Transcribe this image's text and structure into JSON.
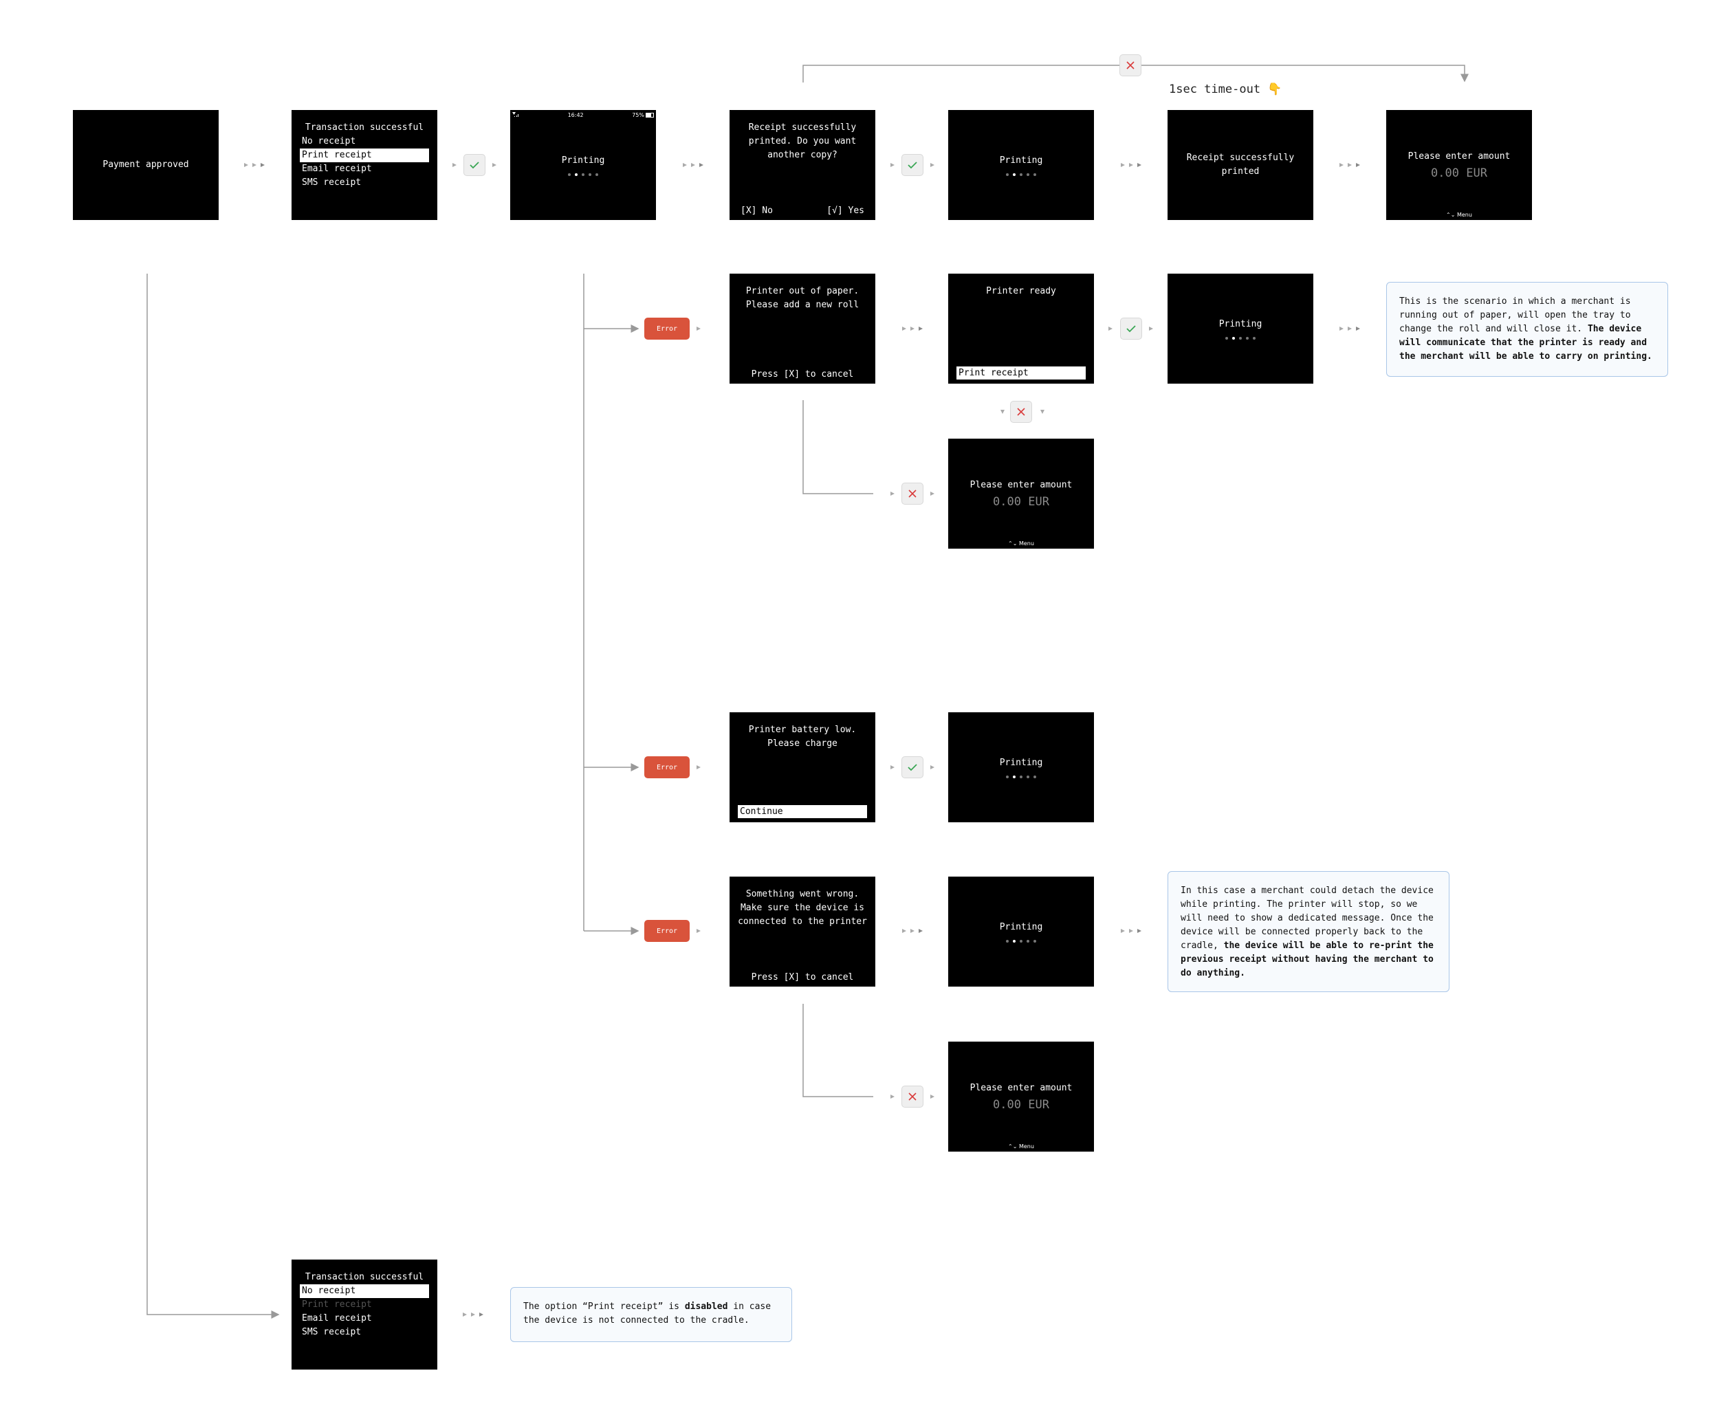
{
  "screens": {
    "payment_approved": {
      "text": "Payment approved"
    },
    "transaction_success": {
      "title": "Transaction successful",
      "items": [
        "No receipt",
        "Print receipt",
        "Email receipt",
        "SMS receipt"
      ]
    },
    "printing_status": {
      "time": "16:42",
      "battery": "75%",
      "title": "Printing"
    },
    "receipt_copy": {
      "line1": "Receipt successfully",
      "line2": "printed. Do you want",
      "line3": "another copy?",
      "no": "[X] No",
      "yes": "[√] Yes"
    },
    "printing_2": {
      "title": "Printing"
    },
    "receipt_printed": {
      "line1": "Receipt successfully",
      "line2": "printed"
    },
    "enter_amount_1": {
      "title": "Please enter amount",
      "amount": "0.00 EUR",
      "menu": "Menu"
    },
    "out_of_paper": {
      "line1": "Printer out of paper.",
      "line2": "Please add a new roll",
      "cancel": "Press [X] to cancel"
    },
    "printer_ready": {
      "title": "Printer ready",
      "option": "Print receipt"
    },
    "printing_3": {
      "title": "Printing"
    },
    "enter_amount_2": {
      "title": "Please enter amount",
      "amount": "0.00 EUR",
      "menu": "Menu"
    },
    "battery_low": {
      "line1": "Printer battery low.",
      "line2": "Please charge",
      "option": "Continue"
    },
    "printing_4": {
      "title": "Printing"
    },
    "went_wrong": {
      "line1": "Something went wrong.",
      "line2": "Make sure the device is",
      "line3": "connected to the printer",
      "cancel": "Press [X] to cancel"
    },
    "printing_5": {
      "title": "Printing"
    },
    "enter_amount_3": {
      "title": "Please enter amount",
      "amount": "0.00 EUR",
      "menu": "Menu"
    },
    "transaction_disabled": {
      "title": "Transaction successful",
      "items": [
        "No receipt",
        "Print receipt",
        "Email receipt",
        "SMS receipt"
      ]
    }
  },
  "labels": {
    "timeout": "1sec time-out",
    "timeout_emoji": "👇",
    "error": "Error"
  },
  "notes": {
    "paper": {
      "normal": "This is the scenario in which a merchant is running out of paper, will open the tray to change the roll and will close it. ",
      "bold": "The device will communicate that the printer is ready and the merchant will be able to carry on printing."
    },
    "detach": {
      "normal": "In this case a merchant could detach the device while printing. The printer will stop, so we will need to show a dedicated message. Once the device will be connected properly back to the cradle, ",
      "bold": "the device will be able to re-print the previous receipt without having the merchant to do anything."
    },
    "disabled": {
      "a": "The option “Print receipt” is ",
      "b": "disabled",
      "c": " in case the device is not connected to the cradle."
    }
  },
  "colors": {
    "screen_bg": "#000000",
    "error": "#d9533b",
    "check": "#3aa655",
    "cross": "#d93c3c",
    "note_border": "#a9c6e8"
  }
}
